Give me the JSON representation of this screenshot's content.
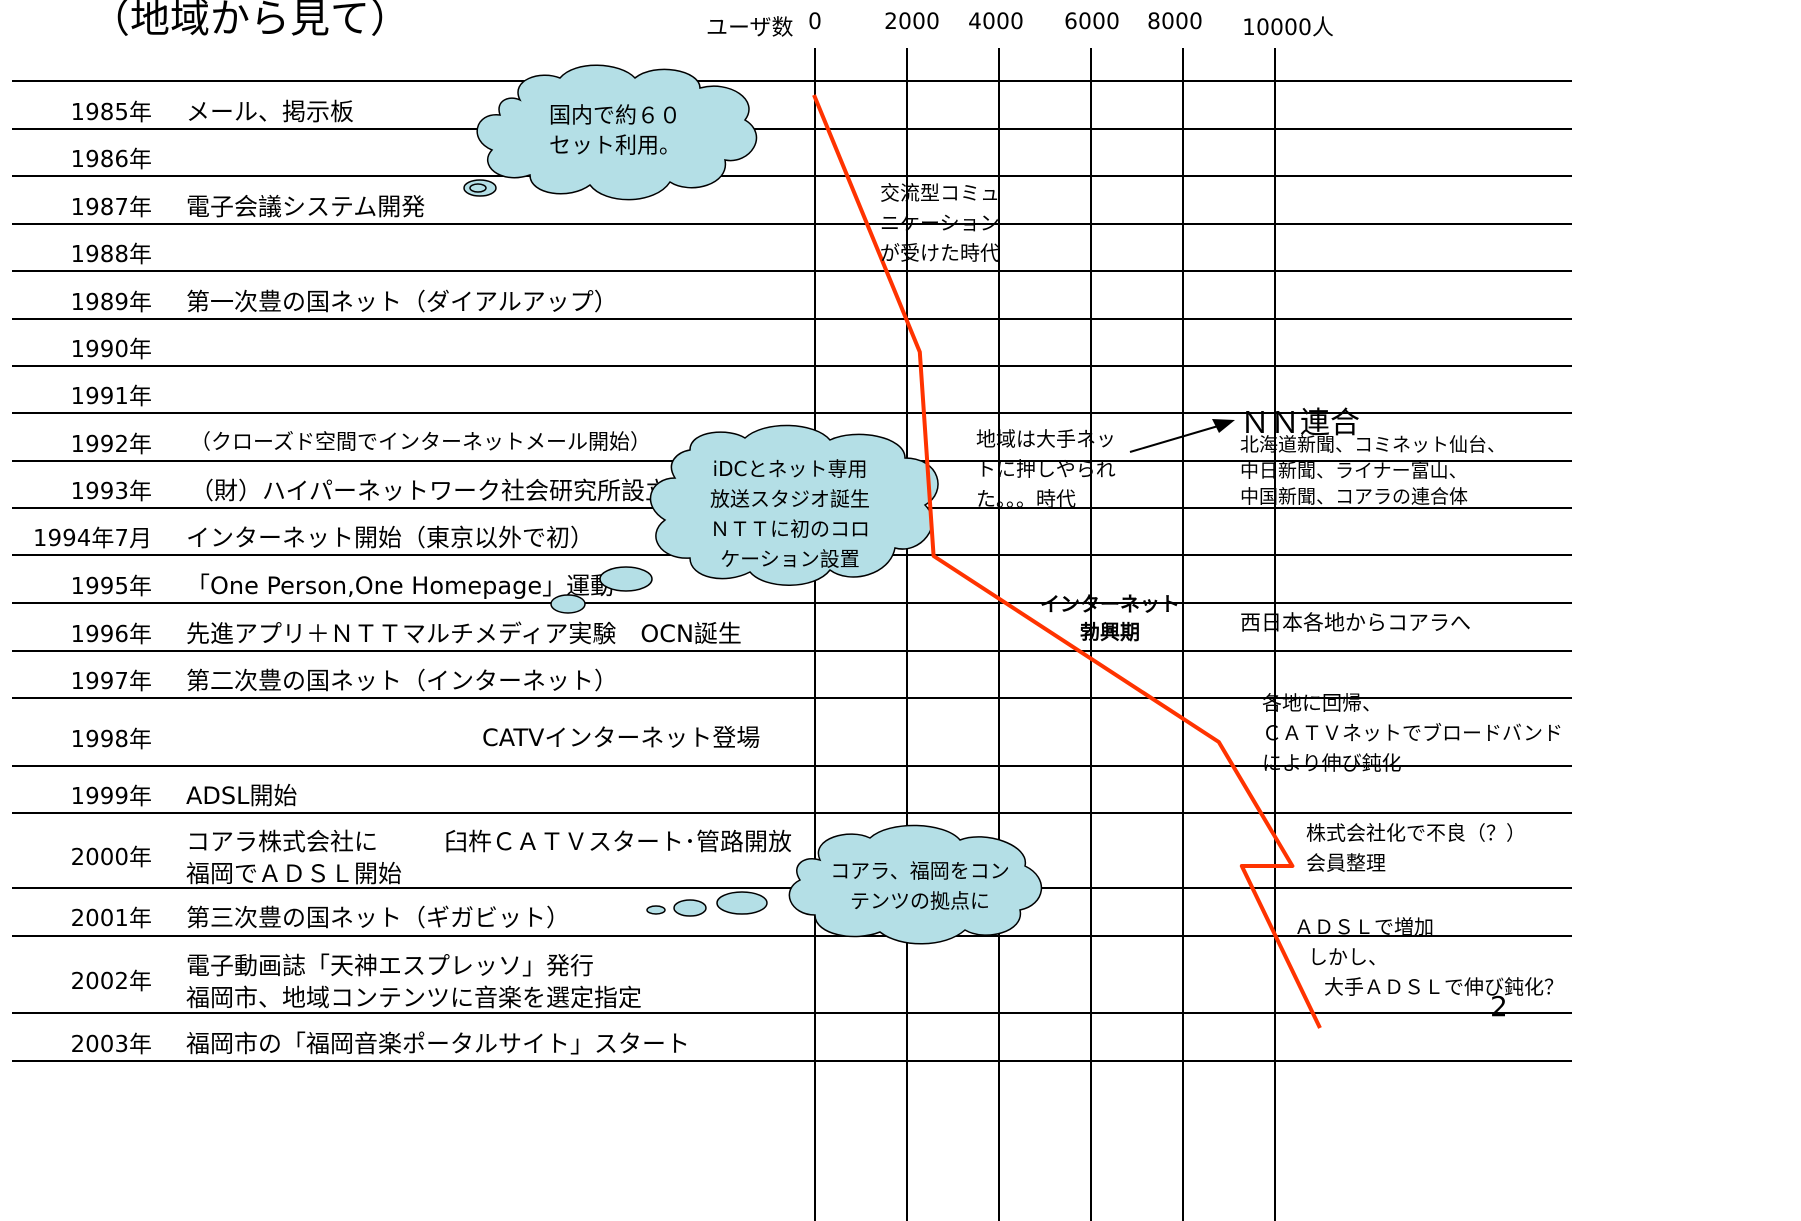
{
  "title": "（地域から見て）",
  "axis": {
    "label": "ユーザ数",
    "ticks": [
      "0",
      "2000",
      "4000",
      "6000",
      "8000",
      "10000人"
    ]
  },
  "rows": [
    {
      "year": "1985年",
      "event": "メール、掲示板"
    },
    {
      "year": "1986年",
      "event": ""
    },
    {
      "year": "1987年",
      "event": "電子会議システム開発"
    },
    {
      "year": "1988年",
      "event": ""
    },
    {
      "year": "1989年",
      "event": "第一次豊の国ネット（ダイアルアップ）"
    },
    {
      "year": "1990年",
      "event": ""
    },
    {
      "year": "1991年",
      "event": ""
    },
    {
      "year": "1992年",
      "event": "（クローズド空間でインターネットメール開始）"
    },
    {
      "year": "1993年",
      "event": "（財）ハイパーネットワーク社会研究所設立"
    },
    {
      "year": "1994年7月",
      "event": "インターネット開始（東京以外で初）"
    },
    {
      "year": "1995年",
      "event": "「One Person,One Homepage」運動"
    },
    {
      "year": "1996年",
      "event": "先進アプリ＋ＮＴＴマルチメディア実験　OCN誕生"
    },
    {
      "year": "1997年",
      "event": "第二次豊の国ネット（インターネット）"
    },
    {
      "year": "1998年",
      "event": "CATVインターネット登場"
    },
    {
      "year": "1999年",
      "event": "ADSL開始"
    },
    {
      "year": "2000年",
      "event": "コアラ株式会社に",
      "event2": "福岡でＡＤＳＬ開始",
      "event3": "臼杵ＣＡＴＶスタート･管路開放"
    },
    {
      "year": "2001年",
      "event": "第三次豊の国ネット（ギガビット）"
    },
    {
      "year": "2002年",
      "event": "電子動画誌「天神エスプレッソ」発行",
      "event2": "福岡市、地域コンテンツに音楽を選定指定"
    },
    {
      "year": "2003年",
      "event": "福岡市の「福岡音楽ポータルサイト」スタート"
    }
  ],
  "clouds": {
    "c1": [
      "国内で約６０",
      "セット利用。"
    ],
    "c2": [
      "iDCとネット専用",
      "放送スタジオ誕生",
      "ＮＴＴに初のコロ",
      "ケーション設置"
    ],
    "c3": [
      "コアラ、福岡をコン",
      "テンツの拠点に"
    ]
  },
  "annotations": {
    "a1": [
      "交流型コミュ",
      "ニケーション",
      "が受けた時代"
    ],
    "a2": [
      "地域は大手ネッ",
      "トに押しやられ",
      "た。。。時代"
    ],
    "nn_title": "ＮＮ連合",
    "nn": [
      "北海道新聞、コミネット仙台、",
      "中日新聞、ライナー富山、",
      "中国新聞、コアラの連合体"
    ],
    "boom": [
      "インターネット",
      "勃興期"
    ],
    "west": "西日本各地からコアラへ",
    "a3": [
      "各地に回帰、",
      "ＣＡＴＶネットでブロードバンド",
      "により伸び鈍化"
    ],
    "a4": [
      "株式会社化で不良（？）",
      "会員整理"
    ],
    "a5": [
      "ＡＤＳＬで増加",
      "しかし、",
      "大手ＡＤＳＬで伸び鈍化？"
    ]
  },
  "page_number": "2",
  "line_color": "#ff3300",
  "cloud_color": "#b4dfe6",
  "chart_data": {
    "type": "line",
    "xlabel": "ユーザ数",
    "xlim": [
      0,
      10000
    ],
    "series": [
      {
        "points": [
          {
            "year": "1985",
            "users": 0
          },
          {
            "year": "1990",
            "users": 2300
          },
          {
            "year": "1994.5",
            "users": 2600
          },
          {
            "year": "1998",
            "users": 8800
          },
          {
            "year": "2000",
            "users": 10400
          },
          {
            "year": "2000",
            "users": 9300
          },
          {
            "year": "2003",
            "users": 11000
          }
        ]
      }
    ]
  }
}
